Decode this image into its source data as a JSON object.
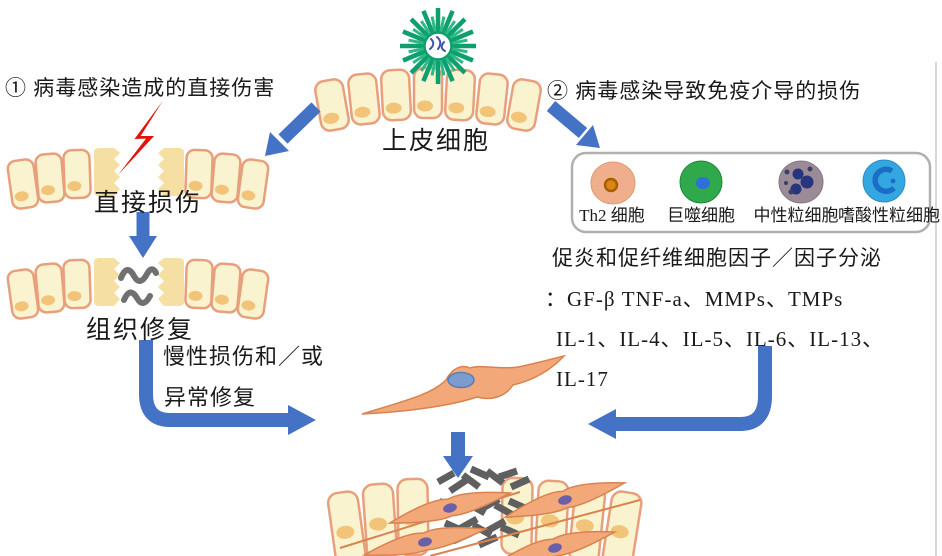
{
  "figure": {
    "title_left": "① 病毒感染造成的直接伤害",
    "title_right": "② 病毒感染导致免疫介导的损伤",
    "epithelium_label": "上皮细胞",
    "direct_damage_label": "直接损伤",
    "tissue_repair_label": "组织修复",
    "chronic_line1": "慢性损伤和／或",
    "chronic_line2": "异常修复",
    "cytokines": {
      "line1": "促炎和促纤维细胞因子／因子分泌",
      "line2": "：GF-β TNF-a、MMPs、TMPs",
      "line3": "IL-1、IL-4、IL-5、IL-6、IL-13、",
      "line4": "IL-17"
    },
    "immune_cells": [
      {
        "label": "Th2 细胞",
        "body_color": "#F0AF8C",
        "nucleus_color": "#D98612"
      },
      {
        "label": "巨噬细胞",
        "body_color": "#2FA94C",
        "nucleus_color": "#2E6FD8"
      },
      {
        "label": "中性粒细胞",
        "body_color": "#9A8B96",
        "nucleus_color": "#27357E"
      },
      {
        "label": "嗜酸性粒细胞",
        "body_color": "#35A7E0",
        "nucleus_color": "#1B6EC8"
      }
    ],
    "icons": {
      "virus": "virus-icon",
      "lightning": "lightning-bolt-icon",
      "repair": "repair-squiggle-icon",
      "scar": "fibrotic-mesh-icon"
    },
    "colors": {
      "arrow_blue": "#4472C4",
      "epithelial_fill": "#FAF3CF",
      "epithelial_border": "#E8A07C",
      "nucleus_fill": "#F2C479",
      "damaged_fill": "#F5DFA2",
      "lightning_red": "#E3120B",
      "virus_green": "#0E9F6E",
      "fibroblast_fill": "#F2A878",
      "fibroblast_border": "#D9834F",
      "fibroblast_nucleus": "#7C9CD0",
      "scar_gray": "#5F5F5F",
      "panel_border": "#B0B0B0"
    }
  }
}
